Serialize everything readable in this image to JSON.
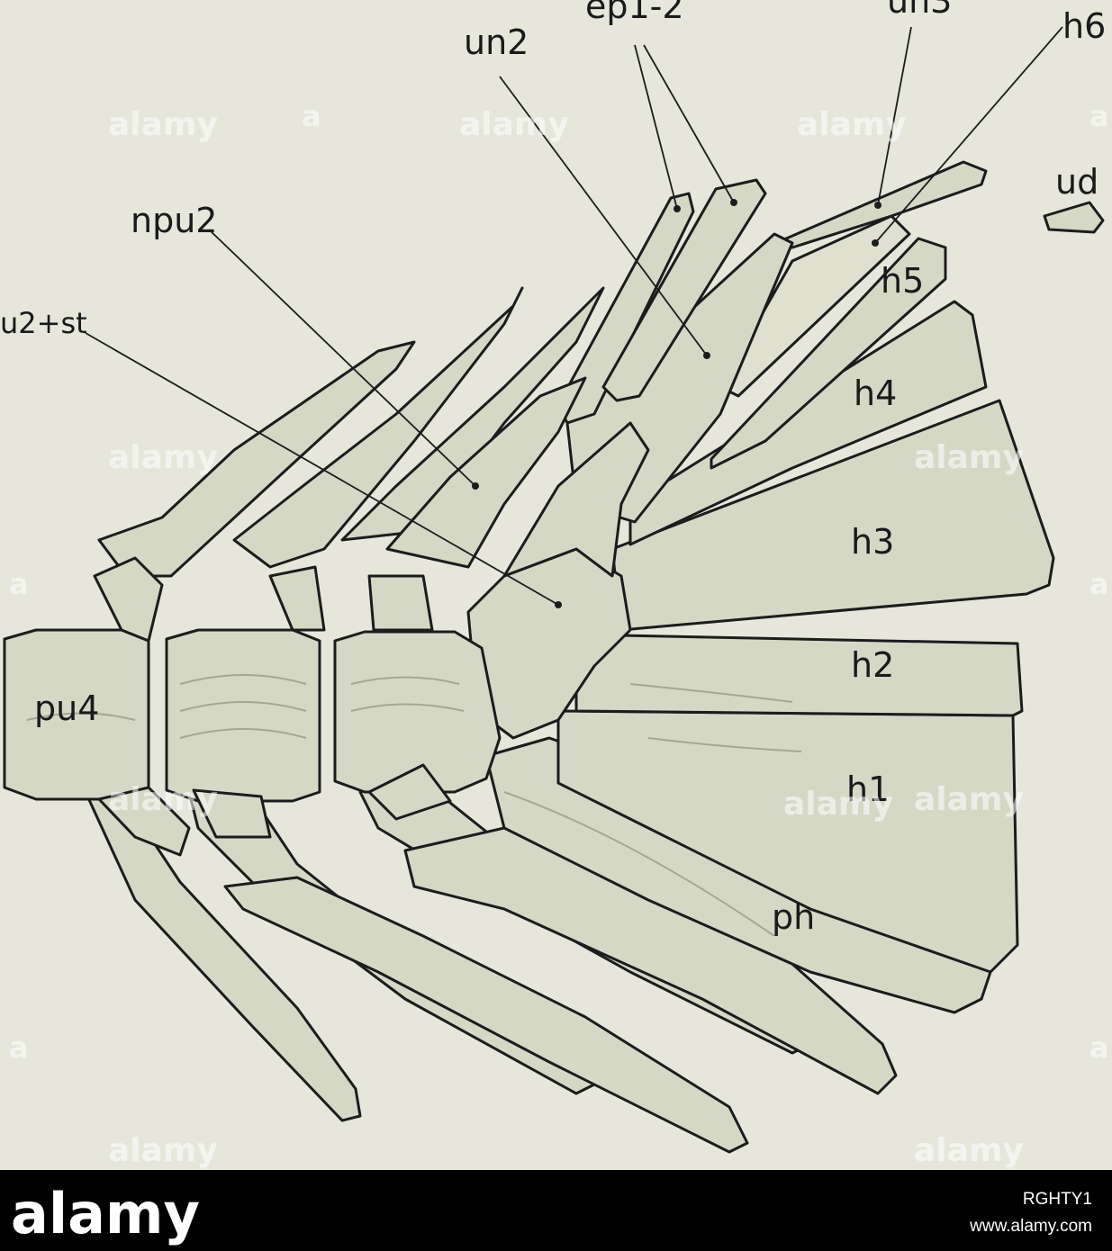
{
  "figure": {
    "labels": {
      "ep12": "ep1-2",
      "un2": "un2",
      "un3": "un3",
      "h6": "h6",
      "ud": "ud",
      "npu2": "npu2",
      "pu2st": "u2+st",
      "h5": "h5",
      "h4": "h4",
      "h3": "h3",
      "h2": "h2",
      "h1": "h1",
      "ph": "ph",
      "pu4": "pu4"
    },
    "watermark": "alamy",
    "watermark_letter": "a",
    "colors": {
      "background": "#e6e7da",
      "bone_fill": "#d6d8c6",
      "outline": "#1c1c1c"
    }
  },
  "footer": {
    "brand": "alamy",
    "image_id": "RGHTY1",
    "url": "www.alamy.com"
  }
}
